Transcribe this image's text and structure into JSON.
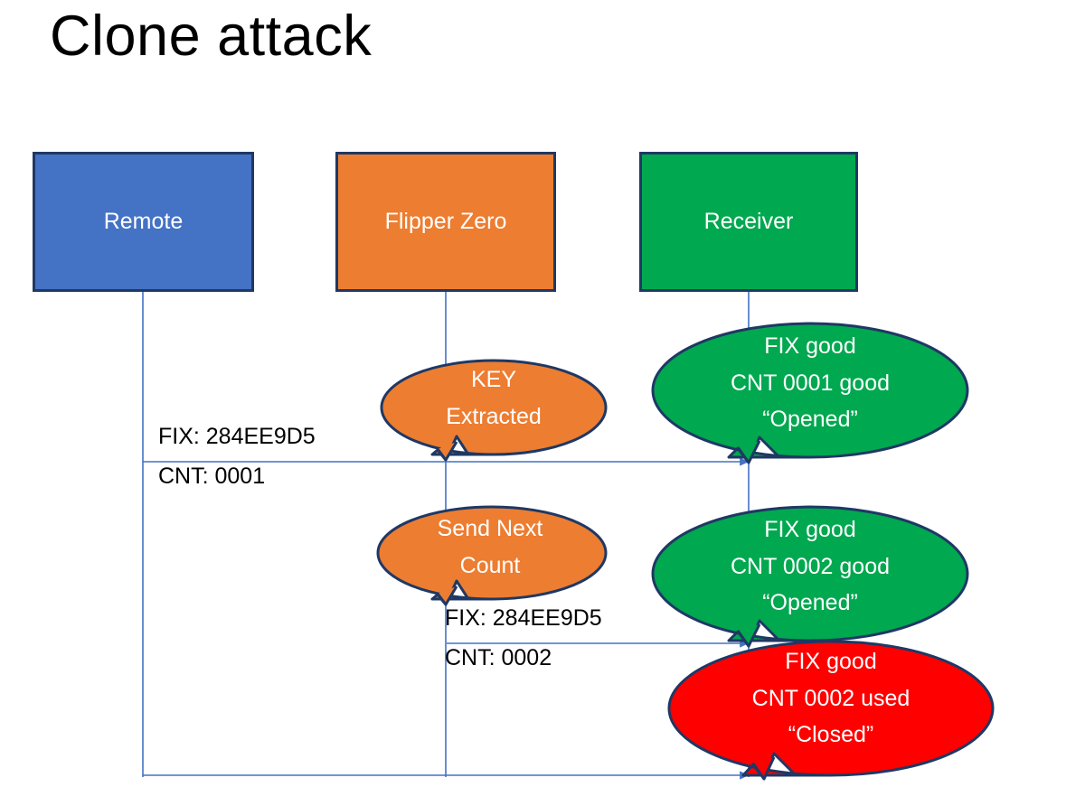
{
  "slide": {
    "title": "Clone attack",
    "background": "#FFFFFF"
  },
  "colors": {
    "remote_fill": "#4472C4",
    "flipper_fill": "#ED7D31",
    "receiver_fill": "#00A84F",
    "alert_fill": "#FF0000",
    "shape_outline": "#1F3864",
    "lifeline": "#4472C4",
    "title_text": "#000000",
    "shape_text": "#FFFFFF",
    "label_text": "#000000"
  },
  "actors": [
    {
      "id": "remote",
      "label": "Remote",
      "fill": "#4472C4"
    },
    {
      "id": "flipper",
      "label": "Flipper Zero",
      "fill": "#ED7D31"
    },
    {
      "id": "receiver",
      "label": "Receiver",
      "fill": "#00A84F"
    }
  ],
  "messages": [
    {
      "id": "msg1",
      "from": "remote",
      "to": "receiver",
      "fix": "FIX: 284EE9D5",
      "cnt": "CNT: 0001"
    },
    {
      "id": "msg2",
      "from": "flipper",
      "to": "receiver",
      "fix": "FIX: 284EE9D5",
      "cnt": "CNT: 0002"
    }
  ],
  "callouts": [
    {
      "id": "key-extracted",
      "owner": "flipper",
      "fill": "#ED7D31",
      "text": "KEY\nExtracted"
    },
    {
      "id": "send-next",
      "owner": "flipper",
      "fill": "#ED7D31",
      "text": "Send Next\nCount"
    },
    {
      "id": "receiver-ok-1",
      "owner": "receiver",
      "fill": "#00A84F",
      "text": "FIX good\nCNT 0001 good\n“Opened”"
    },
    {
      "id": "receiver-ok-2",
      "owner": "receiver",
      "fill": "#00A84F",
      "text": "FIX good\nCNT 0002 good\n“Opened”"
    },
    {
      "id": "receiver-fail",
      "owner": "receiver",
      "fill": "#FF0000",
      "text": "FIX good\nCNT 0002 used\n“Closed”"
    }
  ]
}
